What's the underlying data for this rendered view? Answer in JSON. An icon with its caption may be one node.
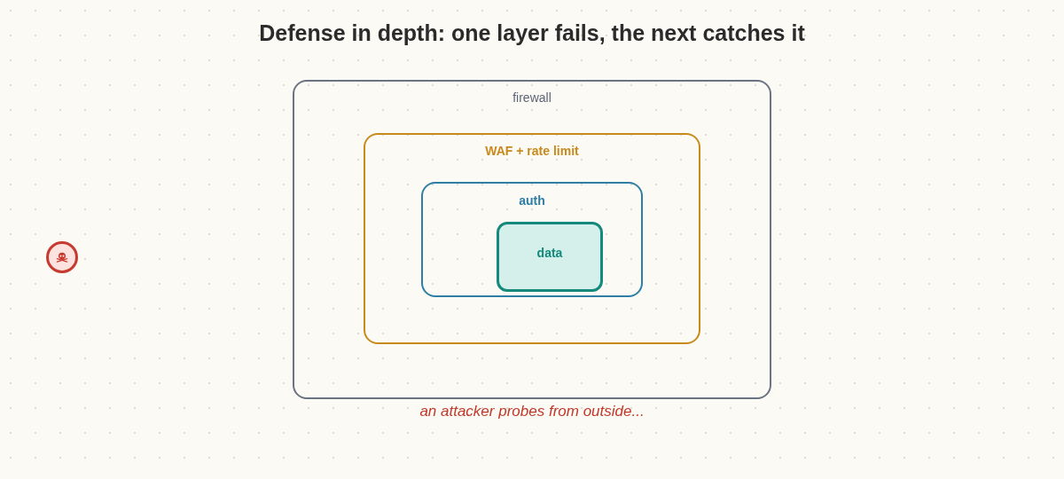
{
  "diagram": {
    "title": "Defense in depth: one layer fails, the next catches it",
    "nodes": [
      {
        "text": [
          "firewall"
        ]
      },
      {
        "text": [
          "WAF + rate limit"
        ],
        "in": 0
      },
      {
        "text": [
          "auth"
        ],
        "in": 1
      },
      {
        "text": [
          "data"
        ],
        "in": 2
      },
      {
        "text": [],
        "shape": "circle"
      }
    ],
    "labels": [
      "an attacker probes from outside..."
    ]
  }
}
